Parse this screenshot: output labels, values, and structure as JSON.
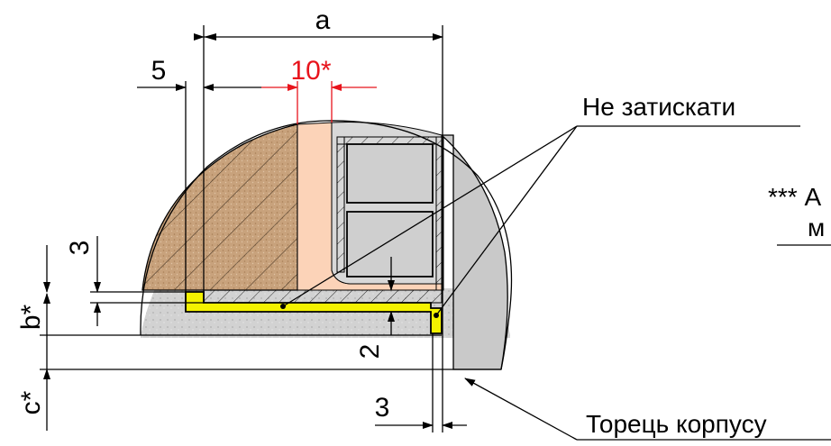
{
  "dimensions": {
    "a": "a",
    "five": "5",
    "ten": "10*",
    "three_left": "3",
    "b": "b*",
    "c": "c*",
    "two": "2",
    "three_bottom": "3"
  },
  "labels": {
    "no_squeeze": "Не затискати",
    "body_edge": "Торець корпусу",
    "note_stars": "*** А",
    "note_line2": "м"
  },
  "colors": {
    "wood": "#c8a27c",
    "veneer": "#fcd3b8",
    "concrete": "#d2d2d2",
    "metal_gray": "#c9c9c9",
    "gasket": "#f4f200",
    "red_dim": "#e8141c"
  }
}
